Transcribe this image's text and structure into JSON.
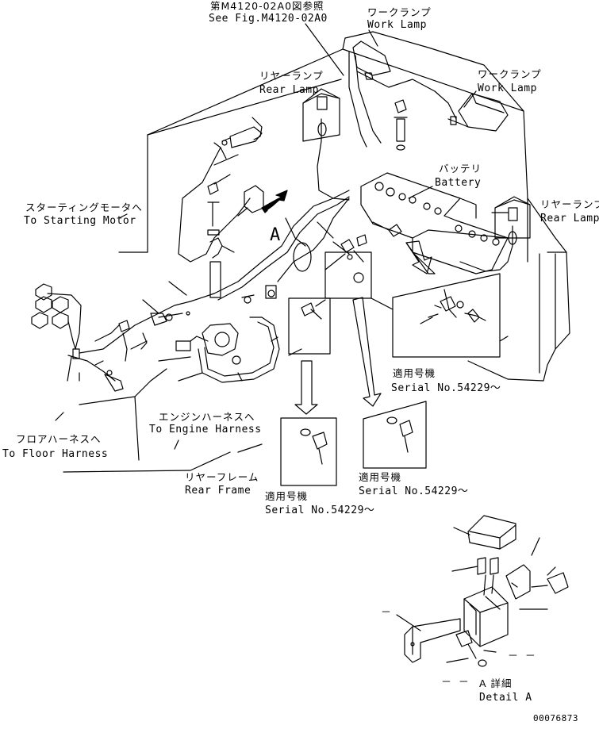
{
  "labels": {
    "ref_fig_jp": "第M4120-02A0図参照",
    "ref_fig_en": "See Fig.M4120-02A0",
    "work_lamp_top_jp": "ワークランプ",
    "work_lamp_top_en": "Work Lamp",
    "work_lamp_right_jp": "ワークランプ",
    "work_lamp_right_en": "Work Lamp",
    "rear_lamp_left_jp": "リヤーランプ",
    "rear_lamp_left_en": "Rear Lamp",
    "rear_lamp_right_jp": "リヤーランプ",
    "rear_lamp_right_en": "Rear Lamp",
    "battery_jp": "バッテリ",
    "battery_en": "Battery",
    "starting_motor_jp": "スターティングモータへ",
    "starting_motor_en": "To Starting Motor",
    "view_a": "A",
    "floor_harness_jp": "フロアハーネスへ",
    "floor_harness_en": "To Floor Harness",
    "engine_harness_jp": "エンジンハーネスへ",
    "engine_harness_en": "To Engine Harness",
    "rear_frame_jp": "リヤーフレーム",
    "rear_frame_en": "Rear Frame",
    "serial_right_jp": "適用号機",
    "serial_right_en": "Serial No.54229～",
    "serial_mid_jp": "適用号機",
    "serial_mid_en": "Serial No.54229～",
    "serial_left_jp": "適用号機",
    "serial_left_en": "Serial No.54229～",
    "detail_jp": "A 詳細",
    "detail_en": "Detail A",
    "dash_1": "－",
    "dash_2": "－ －",
    "dash_3": "－ －",
    "drawing_number": "00076873"
  }
}
